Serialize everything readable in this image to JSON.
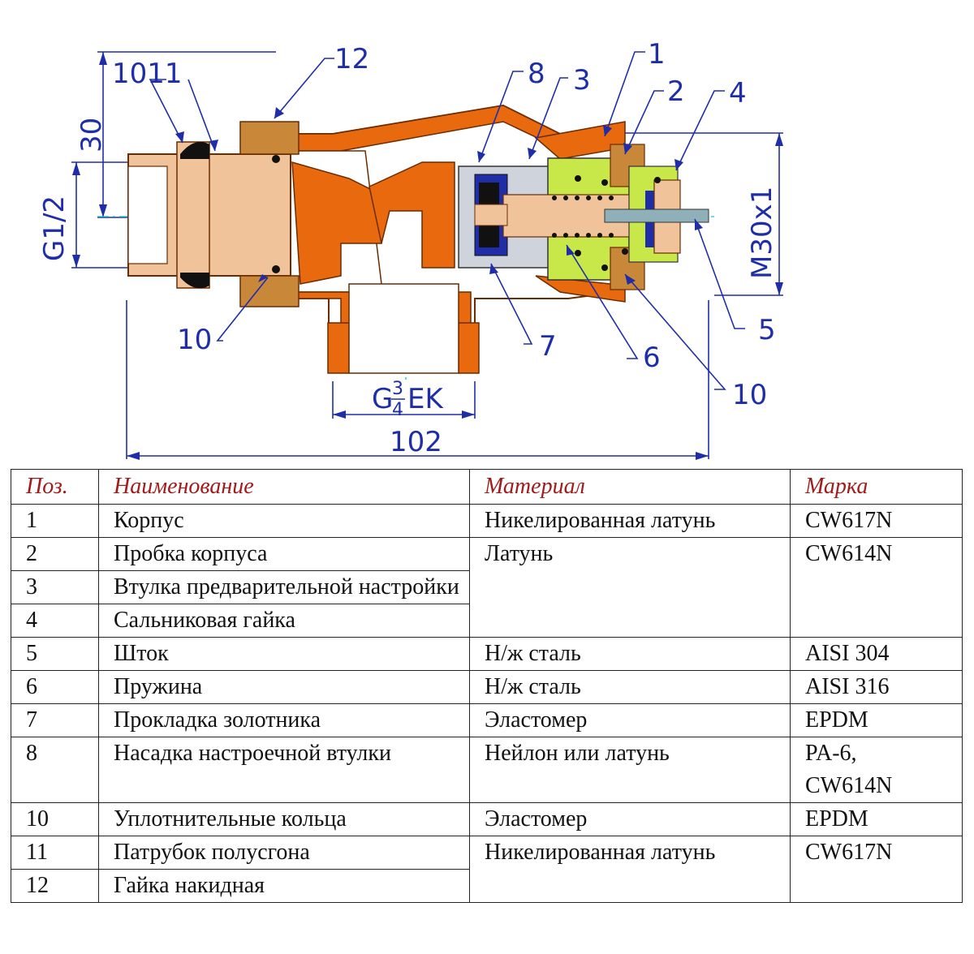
{
  "drawing": {
    "callouts": [
      "1",
      "2",
      "3",
      "4",
      "5",
      "6",
      "7",
      "8",
      "10",
      "10",
      "12"
    ],
    "callout_1011": "1011",
    "dims": {
      "d30": "30",
      "g12": "G1/2",
      "m30": "M30x1",
      "g34_main": "G",
      "g34_num": "3",
      "g34_den": "4",
      "g34_suffix": "EK",
      "d102": "102"
    },
    "colors": {
      "body": "#e9690f",
      "brass": "#c9873a",
      "pipe": "#f0c39a",
      "green": "#c8e84a",
      "blue": "#1f2ea8",
      "stem": "#8fb0b8"
    }
  },
  "table": {
    "headers": [
      "Поз.",
      "Наименование",
      "Материал",
      "Марка"
    ],
    "rows": [
      {
        "pos": "1",
        "name": "Корпус",
        "material": "Никелированная латунь",
        "grade": "CW617N"
      },
      {
        "pos": "2",
        "name": "Пробка корпуса",
        "material": "Латунь",
        "grade": "CW614N"
      },
      {
        "pos": "3",
        "name": "Втулка предварительной настройки"
      },
      {
        "pos": "4",
        "name": "Сальниковая гайка"
      },
      {
        "pos": "5",
        "name": "Шток",
        "material": "Н/ж сталь",
        "grade": "AISI 304"
      },
      {
        "pos": "6",
        "name": "Пружина",
        "material": "Н/ж сталь",
        "grade": "AISI 316"
      },
      {
        "pos": "7",
        "name": "Прокладка золотника",
        "material": "Эластомер",
        "grade": "EPDM"
      },
      {
        "pos": "8",
        "name": "Насадка настроечной втулки",
        "material": "Нейлон или латунь",
        "grade": "PA-6, CW614N"
      },
      {
        "pos": "10",
        "name": "Уплотнительные кольца",
        "material": "Эластомер",
        "grade": "EPDM"
      },
      {
        "pos": "11",
        "name": "Патрубок полусгона",
        "material": "Никелированная латунь",
        "grade": "CW617N"
      },
      {
        "pos": "12",
        "name": "Гайка накидная"
      }
    ]
  }
}
